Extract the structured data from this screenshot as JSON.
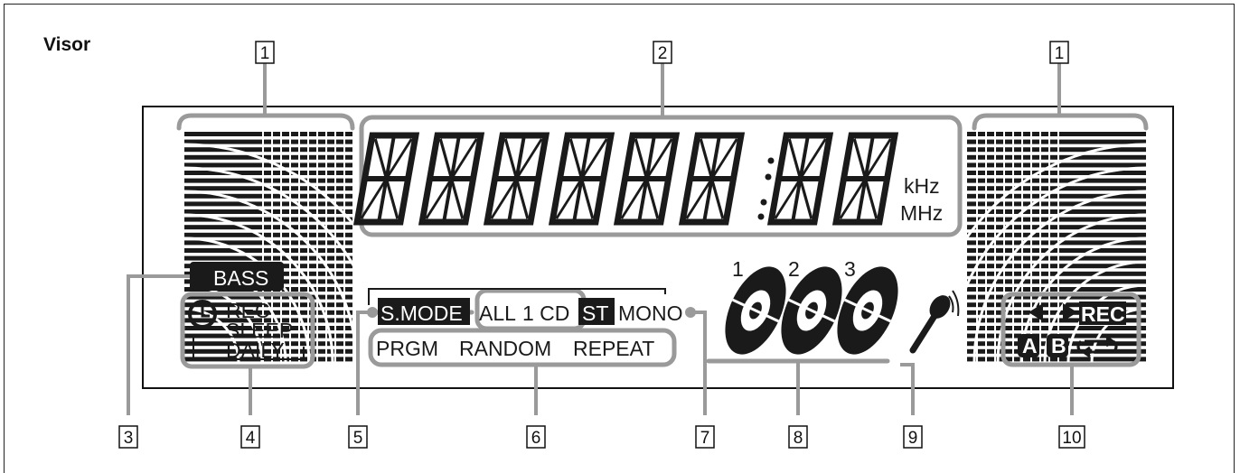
{
  "title": "Visor",
  "callouts": [
    "1",
    "2",
    "1",
    "3",
    "4",
    "5",
    "6",
    "7",
    "8",
    "9",
    "10"
  ],
  "display": {
    "digits": [
      "8",
      "8",
      "8",
      "8",
      "8",
      "8",
      "8",
      "8"
    ],
    "freq_units": [
      "kHz",
      "MHz"
    ],
    "bass": "BASS",
    "timer": [
      "REC",
      "SLEEP",
      "DAILY"
    ],
    "mode_row": {
      "smode": "S.MODE",
      "all": "ALL",
      "one_cd": "1 CD",
      "st": "ST",
      "mono": "MONO"
    },
    "play_row": [
      "PRGM",
      "RANDOM",
      "REPEAT"
    ],
    "discs": [
      "1",
      "2",
      "3"
    ],
    "deck": {
      "rec": "REC",
      "a": "A",
      "b": "B"
    }
  },
  "colors": {
    "callout_line": "#9a9a9a",
    "lcd_ink": "#1a1a1a"
  }
}
